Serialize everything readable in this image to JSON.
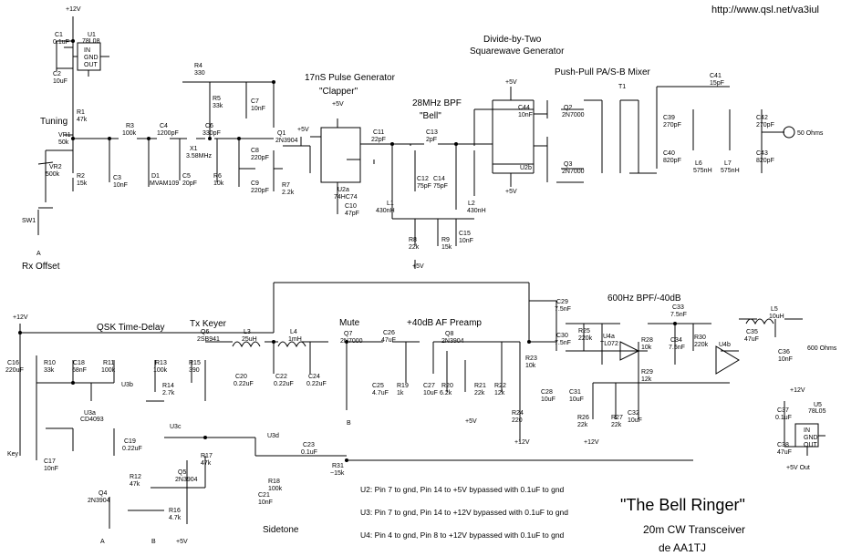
{
  "url": "http://www.qsl.net/va3iul",
  "title": "\"The Bell Ringer\"",
  "subtitle": "20m CW Transceiver",
  "author": "de AA1TJ",
  "sections": {
    "pulse_gen": "17nS Pulse Generator",
    "clapper": "\"Clapper\"",
    "bpf28": "28MHz BPF",
    "bell": "\"Bell\"",
    "div2a": "Divide-by-Two",
    "div2b": "Squarewave Generator",
    "mixer": "Push-Pull PA/S-B Mixer",
    "tuning": "Tuning",
    "rx_offset": "Rx Offset",
    "qsk": "QSK Time-Delay",
    "tx_keyer": "Tx Keyer",
    "mute": "Mute",
    "af_preamp": "+40dB AF Preamp",
    "bpf600": "600Hz BPF/-40dB",
    "sidetone": "Sidetone",
    "ohms600": "600 Ohms",
    "ohms50": "50 Ohms",
    "key": "Key",
    "out5v": "+5V Out"
  },
  "notes": [
    "U2: Pin 7 to gnd, Pin 14 to +5V bypassed with 0.1uF to gnd",
    "U3: Pin 7 to gnd, Pin 14 to +12V bypassed with 0.1uF to gnd",
    "U4: Pin 4 to gnd, Pin 8 to +12V bypassed with 0.1uF to gnd"
  ],
  "labels": [
    {
      "id": "p12a",
      "t": "+12V"
    },
    {
      "id": "c1",
      "t": "C1"
    },
    {
      "id": "c1v",
      "t": "0.1uF"
    },
    {
      "id": "u1",
      "t": "U1"
    },
    {
      "id": "u1p",
      "t": "78L08"
    },
    {
      "id": "u1in",
      "t": "IN"
    },
    {
      "id": "u1gnd",
      "t": "GND"
    },
    {
      "id": "u1out",
      "t": "OUT"
    },
    {
      "id": "c2",
      "t": "C2"
    },
    {
      "id": "c2v",
      "t": "10uF"
    },
    {
      "id": "r1",
      "t": "R1"
    },
    {
      "id": "r1v",
      "t": "47k"
    },
    {
      "id": "vr1",
      "t": "VR1"
    },
    {
      "id": "vr1v",
      "t": "50k"
    },
    {
      "id": "r2",
      "t": "R2"
    },
    {
      "id": "r2v",
      "t": "15k"
    },
    {
      "id": "vr2",
      "t": "VR2"
    },
    {
      "id": "vr2v",
      "t": "500k"
    },
    {
      "id": "sw1",
      "t": "SW1"
    },
    {
      "id": "swa",
      "t": "A"
    },
    {
      "id": "r3",
      "t": "R3"
    },
    {
      "id": "r3v",
      "t": "100k"
    },
    {
      "id": "c3",
      "t": "C3"
    },
    {
      "id": "c3v",
      "t": "10nF"
    },
    {
      "id": "c4",
      "t": "C4"
    },
    {
      "id": "c4v",
      "t": "1200pF"
    },
    {
      "id": "d1",
      "t": "D1"
    },
    {
      "id": "d1v",
      "t": "MVAM109"
    },
    {
      "id": "c5",
      "t": "C5"
    },
    {
      "id": "c5v",
      "t": "20pF"
    },
    {
      "id": "x1",
      "t": "X1"
    },
    {
      "id": "x1v",
      "t": "3.58MHz"
    },
    {
      "id": "r4",
      "t": "R4"
    },
    {
      "id": "r4v",
      "t": "330"
    },
    {
      "id": "c6",
      "t": "C6"
    },
    {
      "id": "c6v",
      "t": "330pF"
    },
    {
      "id": "r5",
      "t": "R5"
    },
    {
      "id": "r5v",
      "t": "33k"
    },
    {
      "id": "r6",
      "t": "R6"
    },
    {
      "id": "r6v",
      "t": "10k"
    },
    {
      "id": "c7",
      "t": "C7"
    },
    {
      "id": "c7v",
      "t": "10nF"
    },
    {
      "id": "c8",
      "t": "C8"
    },
    {
      "id": "c8v",
      "t": "220pF"
    },
    {
      "id": "c9",
      "t": "C9"
    },
    {
      "id": "c9v",
      "t": "220pF"
    },
    {
      "id": "q1",
      "t": "Q1"
    },
    {
      "id": "q1v",
      "t": "2N3904"
    },
    {
      "id": "r7",
      "t": "R7"
    },
    {
      "id": "r7v",
      "t": "2.2k"
    },
    {
      "id": "p5a",
      "t": "+5V"
    },
    {
      "id": "p5b",
      "t": "+5V"
    },
    {
      "id": "u2a",
      "t": "U2a"
    },
    {
      "id": "u2ap",
      "t": "74HC74"
    },
    {
      "id": "c10",
      "t": "C10"
    },
    {
      "id": "c10v",
      "t": "47pF"
    },
    {
      "id": "c11",
      "t": "C11"
    },
    {
      "id": "c11v",
      "t": "22pF"
    },
    {
      "id": "c12",
      "t": "C12"
    },
    {
      "id": "c12v",
      "t": "75pF"
    },
    {
      "id": "l1",
      "t": "L1"
    },
    {
      "id": "l1v",
      "t": "430nH"
    },
    {
      "id": "c13",
      "t": "C13"
    },
    {
      "id": "c13v",
      "t": "2pF"
    },
    {
      "id": "c14",
      "t": "C14"
    },
    {
      "id": "c14v",
      "t": "75pF"
    },
    {
      "id": "l2",
      "t": "L2"
    },
    {
      "id": "l2v",
      "t": "430nH"
    },
    {
      "id": "r8",
      "t": "R8"
    },
    {
      "id": "r8v",
      "t": "22k"
    },
    {
      "id": "r9",
      "t": "R9"
    },
    {
      "id": "r9v",
      "t": "15k"
    },
    {
      "id": "c15",
      "t": "C15"
    },
    {
      "id": "c15v",
      "t": "10nF"
    },
    {
      "id": "p5c",
      "t": "+5V"
    },
    {
      "id": "p5d",
      "t": "+5V"
    },
    {
      "id": "c44",
      "t": "C44"
    },
    {
      "id": "c44v",
      "t": "10nF"
    },
    {
      "id": "u2b",
      "t": "U2b"
    },
    {
      "id": "p5e",
      "t": "+5V"
    },
    {
      "id": "q2",
      "t": "Q2"
    },
    {
      "id": "q2v",
      "t": "2N7000"
    },
    {
      "id": "q3",
      "t": "Q3"
    },
    {
      "id": "q3v",
      "t": "2N7000"
    },
    {
      "id": "t1",
      "t": "T1"
    },
    {
      "id": "c41",
      "t": "C41"
    },
    {
      "id": "c41v",
      "t": "15pF"
    },
    {
      "id": "c39",
      "t": "C39"
    },
    {
      "id": "c39v",
      "t": "270pF"
    },
    {
      "id": "c40",
      "t": "C40"
    },
    {
      "id": "c40v",
      "t": "820pF"
    },
    {
      "id": "l6",
      "t": "L6"
    },
    {
      "id": "l6v",
      "t": "575nH"
    },
    {
      "id": "l7",
      "t": "L7"
    },
    {
      "id": "l7v",
      "t": "575nH"
    },
    {
      "id": "c42",
      "t": "C42"
    },
    {
      "id": "c42v",
      "t": "270pF"
    },
    {
      "id": "c43",
      "t": "C43"
    },
    {
      "id": "c43v",
      "t": "820pF"
    },
    {
      "id": "p12b",
      "t": "+12V"
    },
    {
      "id": "c16",
      "t": "C16"
    },
    {
      "id": "c16v",
      "t": "220uF"
    },
    {
      "id": "r10",
      "t": "R10"
    },
    {
      "id": "r10v",
      "t": "33k"
    },
    {
      "id": "c18",
      "t": "C18"
    },
    {
      "id": "c18v",
      "t": "68nF"
    },
    {
      "id": "r11",
      "t": "R11"
    },
    {
      "id": "r11v",
      "t": "100k"
    },
    {
      "id": "u3b",
      "t": "U3b"
    },
    {
      "id": "u3a",
      "t": "U3a"
    },
    {
      "id": "u3ap",
      "t": "CD4093"
    },
    {
      "id": "c17",
      "t": "C17"
    },
    {
      "id": "c17v",
      "t": "10nF"
    },
    {
      "id": "r13",
      "t": "R13"
    },
    {
      "id": "r13v",
      "t": "100k"
    },
    {
      "id": "r14",
      "t": "R14"
    },
    {
      "id": "r14v",
      "t": "2.7k"
    },
    {
      "id": "c19",
      "t": "C19"
    },
    {
      "id": "c19v",
      "t": "0.22uF"
    },
    {
      "id": "u3c",
      "t": "U3c"
    },
    {
      "id": "q6",
      "t": "Q6"
    },
    {
      "id": "q6v",
      "t": "2SB941"
    },
    {
      "id": "r15",
      "t": "R15"
    },
    {
      "id": "r15v",
      "t": "390"
    },
    {
      "id": "c20",
      "t": "C20"
    },
    {
      "id": "c20v",
      "t": "0.22uF"
    },
    {
      "id": "l3",
      "t": "L3"
    },
    {
      "id": "l3v",
      "t": "25uH"
    },
    {
      "id": "l4",
      "t": "L4"
    },
    {
      "id": "l4v",
      "t": "1mH"
    },
    {
      "id": "c22",
      "t": "C22"
    },
    {
      "id": "c22v",
      "t": "0.22uF"
    },
    {
      "id": "c24",
      "t": "C24"
    },
    {
      "id": "c24v",
      "t": "0.22uF"
    },
    {
      "id": "q7",
      "t": "Q7"
    },
    {
      "id": "q7v",
      "t": "2N7000"
    },
    {
      "id": "c25",
      "t": "C25"
    },
    {
      "id": "c25v",
      "t": "4.7uF"
    },
    {
      "id": "mb",
      "t": "B"
    },
    {
      "id": "c26",
      "t": "C26"
    },
    {
      "id": "c26v",
      "t": "47uF"
    },
    {
      "id": "r19",
      "t": "R19"
    },
    {
      "id": "r19v",
      "t": "1k"
    },
    {
      "id": "q8",
      "t": "Q8"
    },
    {
      "id": "q8v",
      "t": "2N3904"
    },
    {
      "id": "c27",
      "t": "C27"
    },
    {
      "id": "c27v",
      "t": "10uF"
    },
    {
      "id": "r20",
      "t": "R20"
    },
    {
      "id": "r20v",
      "t": "6.2k"
    },
    {
      "id": "r21",
      "t": "R21"
    },
    {
      "id": "r21v",
      "t": "22k"
    },
    {
      "id": "p5f",
      "t": "+5V"
    },
    {
      "id": "r22",
      "t": "R22"
    },
    {
      "id": "r22v",
      "t": "12k"
    },
    {
      "id": "r23",
      "t": "R23"
    },
    {
      "id": "r23v",
      "t": "10k"
    },
    {
      "id": "r24",
      "t": "R24"
    },
    {
      "id": "r24v",
      "t": "220"
    },
    {
      "id": "p12c",
      "t": "+12V"
    },
    {
      "id": "c28",
      "t": "C28"
    },
    {
      "id": "c28v",
      "t": "10uF"
    },
    {
      "id": "c29",
      "t": "C29"
    },
    {
      "id": "c29v",
      "t": "7.5nF"
    },
    {
      "id": "r25",
      "t": "R25"
    },
    {
      "id": "r25v",
      "t": "220k"
    },
    {
      "id": "c30",
      "t": "C30"
    },
    {
      "id": "c30v",
      "t": "7.5nF"
    },
    {
      "id": "u4a",
      "t": "U4a"
    },
    {
      "id": "u4ap",
      "t": "TL072"
    },
    {
      "id": "c31",
      "t": "C31"
    },
    {
      "id": "c31v",
      "t": "10uF"
    },
    {
      "id": "r26",
      "t": "R26"
    },
    {
      "id": "r26v",
      "t": "22k"
    },
    {
      "id": "r27",
      "t": "R27"
    },
    {
      "id": "r27v",
      "t": "22k"
    },
    {
      "id": "c32",
      "t": "C32"
    },
    {
      "id": "c32v",
      "t": "10uF"
    },
    {
      "id": "p12d",
      "t": "+12V"
    },
    {
      "id": "r28",
      "t": "R28"
    },
    {
      "id": "r28v",
      "t": "10k"
    },
    {
      "id": "r29",
      "t": "R29"
    },
    {
      "id": "r29v",
      "t": "12k"
    },
    {
      "id": "c33",
      "t": "C33"
    },
    {
      "id": "c33v",
      "t": "7.5nF"
    },
    {
      "id": "c34",
      "t": "C34"
    },
    {
      "id": "c34v",
      "t": "7.5nF"
    },
    {
      "id": "r30",
      "t": "R30"
    },
    {
      "id": "r30v",
      "t": "220k"
    },
    {
      "id": "u4b",
      "t": "U4b"
    },
    {
      "id": "l5",
      "t": "L5"
    },
    {
      "id": "l5v",
      "t": "10uH"
    },
    {
      "id": "c35",
      "t": "C35"
    },
    {
      "id": "c35v",
      "t": "47uF"
    },
    {
      "id": "c36",
      "t": "C36"
    },
    {
      "id": "c36v",
      "t": "10nF"
    },
    {
      "id": "p12e",
      "t": "+12V"
    },
    {
      "id": "c37",
      "t": "C37"
    },
    {
      "id": "c37v",
      "t": "0.1uF"
    },
    {
      "id": "u5",
      "t": "U5"
    },
    {
      "id": "u5p",
      "t": "78L05"
    },
    {
      "id": "u5in",
      "t": "IN"
    },
    {
      "id": "u5gnd",
      "t": "GND"
    },
    {
      "id": "u5out",
      "t": "OUT"
    },
    {
      "id": "c38",
      "t": "C38"
    },
    {
      "id": "c38v",
      "t": "47uF"
    },
    {
      "id": "r12",
      "t": "R12"
    },
    {
      "id": "r12v",
      "t": "47k"
    },
    {
      "id": "q4",
      "t": "Q4"
    },
    {
      "id": "q4v",
      "t": "2N3904"
    },
    {
      "id": "r16",
      "t": "R16"
    },
    {
      "id": "r16v",
      "t": "4.7k"
    },
    {
      "id": "q5",
      "t": "Q5"
    },
    {
      "id": "q5v",
      "t": "2N3904"
    },
    {
      "id": "r17",
      "t": "R17"
    },
    {
      "id": "r17v",
      "t": "47k"
    },
    {
      "id": "u3d",
      "t": "U3d"
    },
    {
      "id": "c21",
      "t": "C21"
    },
    {
      "id": "c21v",
      "t": "10nF"
    },
    {
      "id": "r18",
      "t": "R18"
    },
    {
      "id": "r18v",
      "t": "100k"
    },
    {
      "id": "c23",
      "t": "C23"
    },
    {
      "id": "c23v",
      "t": "0.1uF"
    },
    {
      "id": "r31",
      "t": "R31"
    },
    {
      "id": "r31v",
      "t": "~15k"
    },
    {
      "id": "q4a",
      "t": "A"
    },
    {
      "id": "q4b",
      "t": "B"
    },
    {
      "id": "p5g",
      "t": "+5V"
    }
  ]
}
